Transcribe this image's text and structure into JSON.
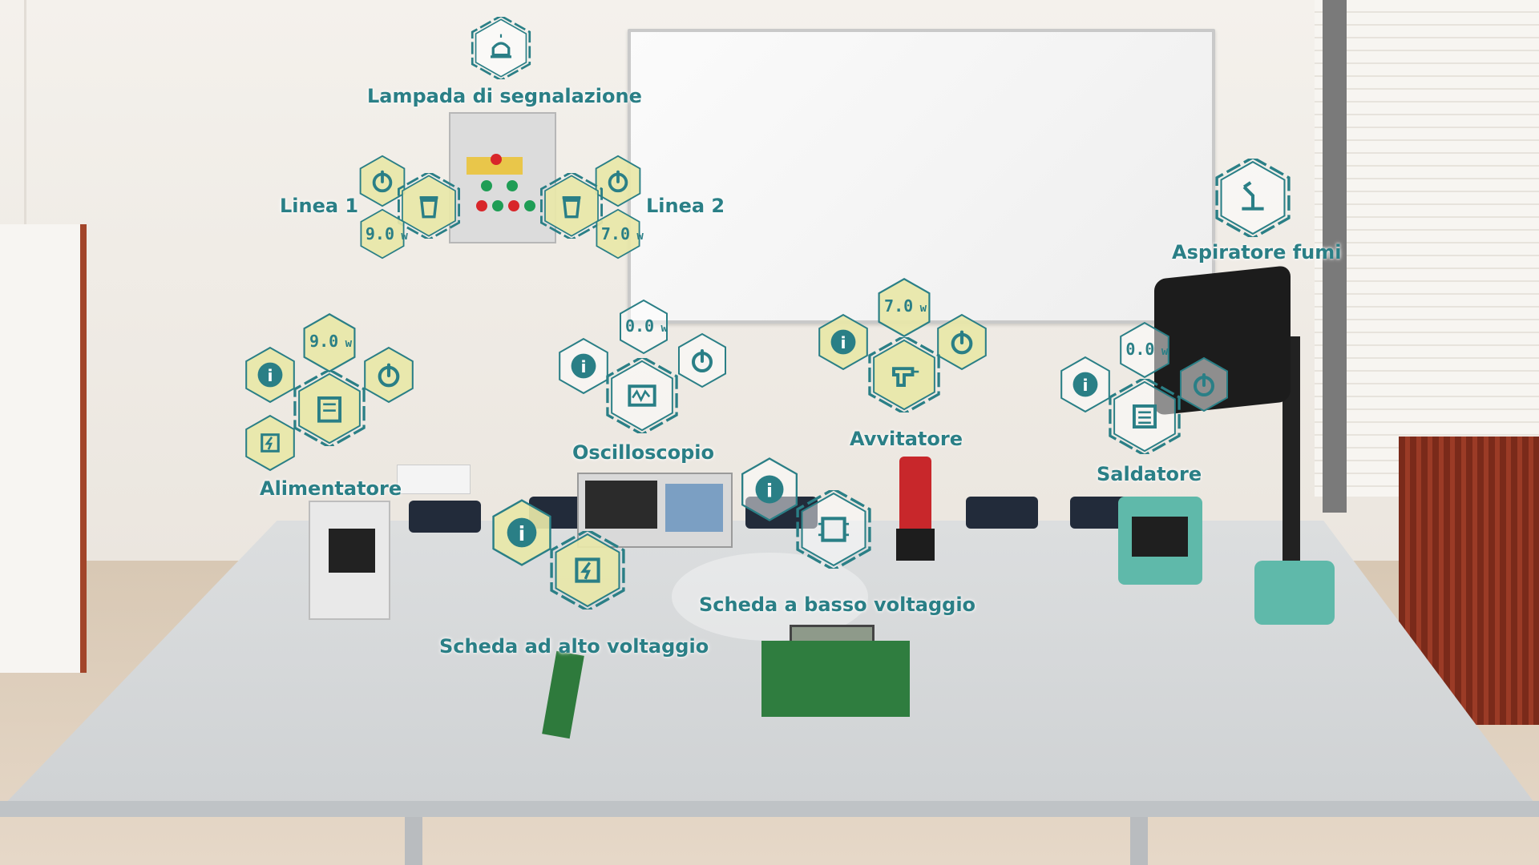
{
  "labels": {
    "lampada": "Lampada di segnalazione",
    "linea1": "Linea 1",
    "linea2": "Linea 2",
    "aspiratore": "Aspiratore fumi",
    "alimentatore": "Alimentatore",
    "oscilloscopio": "Oscilloscopio",
    "avvitatore": "Avvitatore",
    "saldatore": "Saldatore",
    "scheda_alto": "Scheda ad alto voltaggio",
    "scheda_basso": "Scheda a basso voltaggio"
  },
  "power_readings": {
    "linea1": {
      "value": "9.0",
      "unit": "W"
    },
    "linea2": {
      "value": "7.0",
      "unit": "W"
    },
    "alimentatore": {
      "value": "9.0",
      "unit": "W"
    },
    "oscilloscopio": {
      "value": "0.0",
      "unit": "W"
    },
    "avvitatore": {
      "value": "7.0",
      "unit": "W"
    },
    "saldatore": {
      "value": "0.0",
      "unit": "W"
    }
  },
  "info_glyph": "i",
  "colors": {
    "accent": "#2a7f86",
    "hex_fill": "#e8e7a8",
    "hex_fill_alt": "#f2f1cf"
  },
  "icons": [
    "alarm-light-icon",
    "power-icon",
    "cup-icon",
    "fume-extractor-icon",
    "info-icon",
    "power-supply-icon",
    "chip-bolt-icon",
    "oscilloscope-icon",
    "drill-icon",
    "soldering-station-icon",
    "chip-icon"
  ]
}
